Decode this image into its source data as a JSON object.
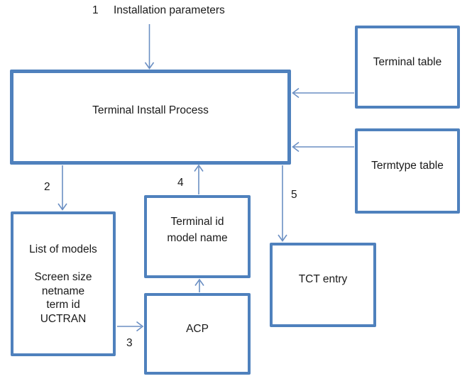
{
  "annotations": {
    "step1_number": "1",
    "step1_label": "Installation parameters",
    "step2": "2",
    "step3": "3",
    "step4": "4",
    "step5": "5"
  },
  "nodes": {
    "terminal_install_process": "Terminal Install Process",
    "terminal_table": "Terminal table",
    "termtype_table": "Termtype table",
    "list_of_models": {
      "title": "List of models",
      "lines": [
        "Screen size",
        "netname",
        "term id",
        "UCTRAN"
      ]
    },
    "terminal_id_model_name": {
      "line1": "Terminal id",
      "line2": "model name"
    },
    "acp": "ACP",
    "tct_entry": "TCT entry"
  },
  "edges": [
    {
      "step": "1",
      "from": "installation-parameters",
      "to": "terminal-install-process",
      "direction": "down"
    },
    {
      "step": "",
      "from": "terminal-table",
      "to": "terminal-install-process",
      "direction": "left"
    },
    {
      "step": "",
      "from": "termtype-table",
      "to": "terminal-install-process",
      "direction": "left"
    },
    {
      "step": "2",
      "from": "terminal-install-process",
      "to": "list-of-models",
      "direction": "down"
    },
    {
      "step": "3",
      "from": "list-of-models",
      "to": "acp",
      "direction": "right"
    },
    {
      "step": "",
      "from": "acp",
      "to": "terminal-id-model-name",
      "direction": "up"
    },
    {
      "step": "4",
      "from": "terminal-id-model-name",
      "to": "terminal-install-process",
      "direction": "up"
    },
    {
      "step": "5",
      "from": "terminal-install-process",
      "to": "tct-entry",
      "direction": "down"
    }
  ],
  "colors": {
    "box_border": "#4f81bd",
    "arrow": "#6b8fc3",
    "text": "#1a1a1a",
    "background": "#ffffff"
  }
}
